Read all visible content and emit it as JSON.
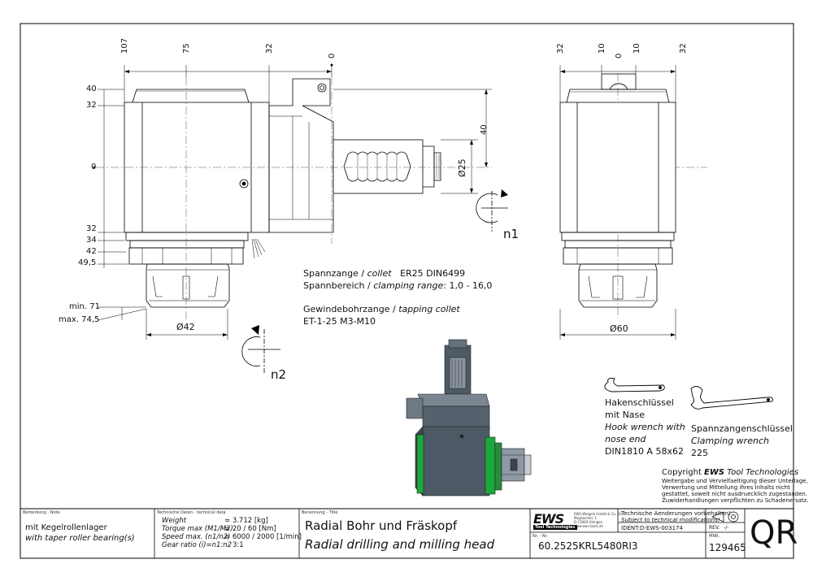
{
  "dims": {
    "top_side": [
      "107",
      "75",
      "32",
      "0"
    ],
    "top_right": [
      "32",
      "10",
      "0",
      "10",
      "32"
    ],
    "left_side": [
      "40",
      "32",
      "0",
      "32",
      "34",
      "42",
      "49,5"
    ],
    "min": "min. 71",
    "max": "max. 74,5",
    "d42": "Ø42",
    "d25": "Ø25",
    "d60": "Ø60",
    "v40": "40",
    "n1": "n1",
    "n2": "n2"
  },
  "collet": {
    "line1_de": "Spannzange / ",
    "line1_en": "collet",
    "line1_spec": "ER25   DIN6499",
    "line2_de": "Spannbereich / ",
    "line2_en": "clamping range",
    "line2_spec": ": 1,0 - 16,0",
    "line3_de": "Gewindebohrzange / ",
    "line3_en": "tapping collet",
    "line4": "ET-1-25   M3-M10"
  },
  "wrench1": {
    "l1": "Hakenschlüssel",
    "l2": "mit Nase",
    "l3": "Hook wrench with",
    "l4": "nose end",
    "l5": "DIN1810  A 58x62"
  },
  "wrench2": {
    "l1": "Spannzangenschlüssel",
    "l2": "Clamping wrench",
    "l3": "225"
  },
  "copyright": {
    "title_pre": "Copyright ",
    "title_brand": "EWS",
    "title_post": " Tool Technologies",
    "l1": "Weitergabe und Vervielfaeltigung dieser Unterlage,",
    "l2": "Verwertung und Mitteilung ihres Inhalts nicht",
    "l3": "gestattet, soweit nicht ausdruecklich zugestanden.",
    "l4": "Zuwiderhandlungen verpflichten zu Schadenersatz."
  },
  "titleblock": {
    "remark_label": "Bemerkung - Note",
    "remark_de": "mit Kegelrollenlager",
    "remark_en": "with taper roller bearing(s)",
    "tech_label": "Technische Daten - technical data",
    "rows": [
      {
        "k": "Weight",
        "v": "= 3.712 [kg]"
      },
      {
        "k": "Torque max (M1/M2)",
        "v": "= 20 / 60 [Nm]"
      },
      {
        "k": "Speed max. (n1/n2)",
        "v": "= 6000 / 2000 [1/min]"
      },
      {
        "k": "Gear ratio  (i)=n1:n2",
        "v": "3:1"
      }
    ],
    "name_label": "Benennung - Title",
    "name_de": "Radial Bohr und Fräskopf",
    "name_en": "Radial drilling and milling head",
    "logo": "EWS",
    "logo_sub": "Tool Technologies",
    "company": "EWS Weigele GmbH & Co. KG",
    "company2": "Maybachstr. 1",
    "company3": "D-73066 Uhingen",
    "company4": "www.ews-tools.de",
    "notice_de": "Technische Aenderungen vorbehalten!",
    "notice_en": "Subject to technical modifications!",
    "ident_label": "IDENT:",
    "ident": "D-EWS-003174",
    "rev_label": "REV.",
    "rev": "-/-",
    "nr_label": "Nr. - Nr.",
    "nr": "60.2525KRL5480RI3",
    "mat_label": "MNR.",
    "mat": "129465",
    "code": "QR"
  }
}
